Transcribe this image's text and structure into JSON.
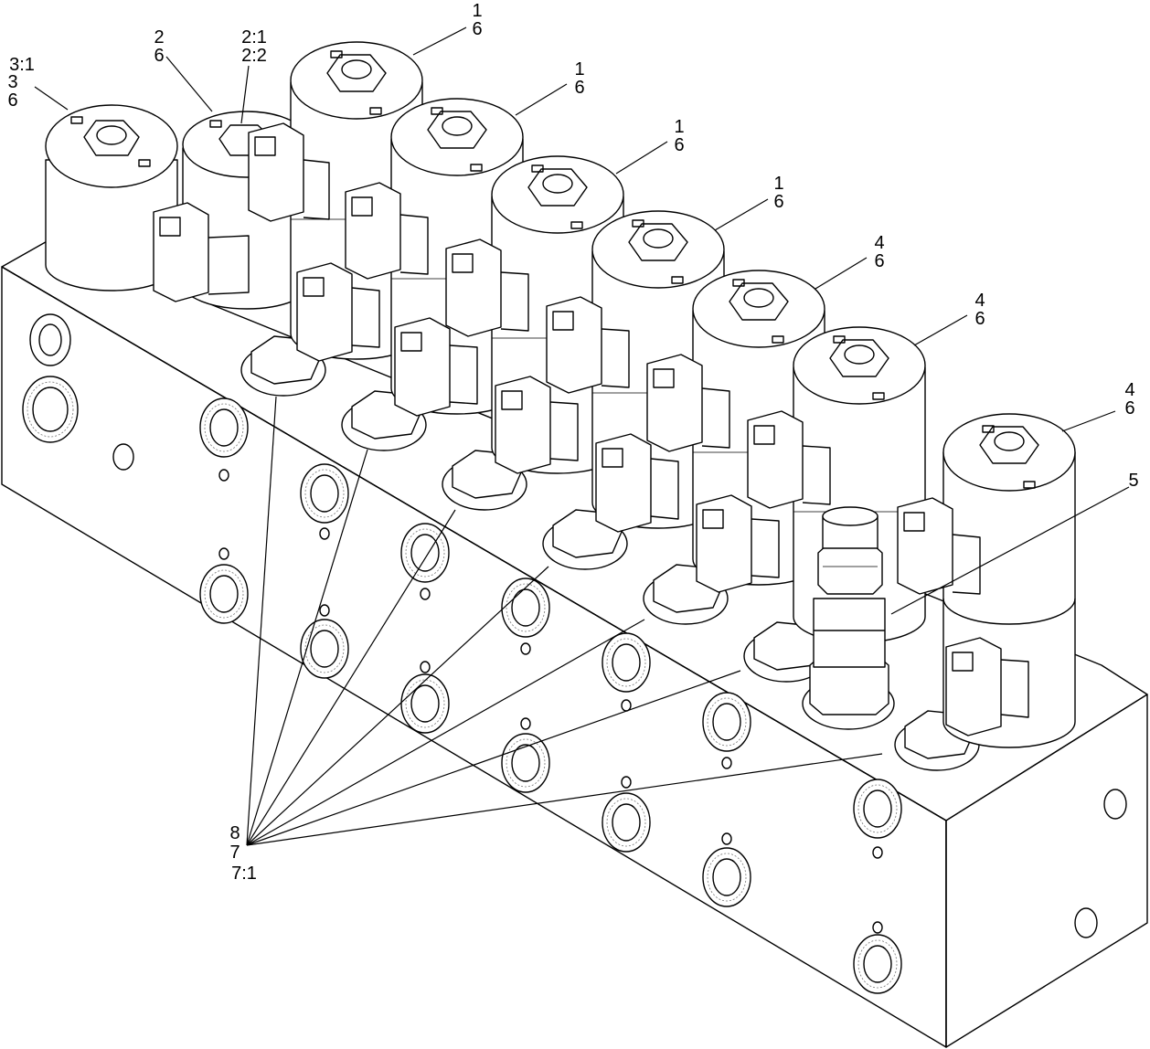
{
  "callouts": [
    {
      "id": "c-3",
      "lines": [
        "3:1",
        "3",
        "6"
      ]
    },
    {
      "id": "c-2",
      "lines": [
        "2",
        "6"
      ]
    },
    {
      "id": "c-2sub",
      "lines": [
        "2:1",
        "2:2"
      ]
    },
    {
      "id": "c-1a",
      "lines": [
        "1",
        "6"
      ]
    },
    {
      "id": "c-1b",
      "lines": [
        "1",
        "6"
      ]
    },
    {
      "id": "c-1c",
      "lines": [
        "1",
        "6"
      ]
    },
    {
      "id": "c-1d",
      "lines": [
        "1",
        "6"
      ]
    },
    {
      "id": "c-4a",
      "lines": [
        "4",
        "6"
      ]
    },
    {
      "id": "c-4b",
      "lines": [
        "4",
        "6"
      ]
    },
    {
      "id": "c-4c",
      "lines": [
        "4",
        "6"
      ]
    },
    {
      "id": "c-5",
      "lines": [
        "5"
      ]
    },
    {
      "id": "c-8",
      "lines": [
        "8",
        "7",
        "7:1"
      ]
    }
  ],
  "components": {
    "manifold_block": "manifold-block",
    "solenoid_coil_count": 10,
    "plug_count": 9,
    "pressure_switch": "pressure-switch"
  }
}
